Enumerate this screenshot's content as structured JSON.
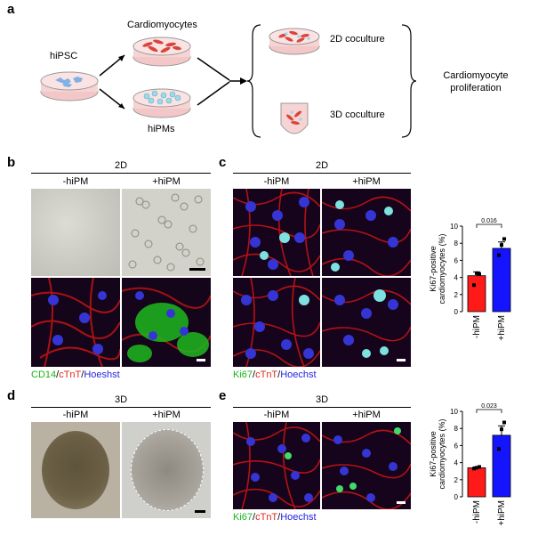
{
  "panel_a": {
    "label": "a",
    "hipsc": "hiPSC",
    "cardiomyocytes": "Cardiomyocytes",
    "hipms": "hiPMs",
    "coculture_2d": "2D coculture",
    "coculture_3d": "3D coculture",
    "outcome_line1": "Cardiomyocyte",
    "outcome_line2": "proliferation"
  },
  "panel_b": {
    "label": "b",
    "header": "2D",
    "col_minus": "-hiPM",
    "col_plus": "+hiPM",
    "stain_1": "CD14",
    "stain_2": "cTnT",
    "stain_3": "Hoeshst"
  },
  "panel_c": {
    "label": "c",
    "header": "2D",
    "col_minus": "-hiPM",
    "col_plus": "+hiPM",
    "stain_1": "Ki67",
    "stain_2": "cTnT",
    "stain_3": "Hoechst"
  },
  "panel_d": {
    "label": "d",
    "header": "3D",
    "col_minus": "-hiPM",
    "col_plus": "+hiPM"
  },
  "panel_e": {
    "label": "e",
    "header": "3D",
    "col_minus": "-hiPM",
    "col_plus": "+hiPM",
    "stain_1": "Ki67",
    "stain_2": "cTnT",
    "stain_3": "Hoechst"
  },
  "stain_separator": "/",
  "colors": {
    "green": "#19b519",
    "red": "#e0281e",
    "blue": "#2323e0",
    "bar_minus": "#ff1a1a",
    "bar_plus": "#1414ff"
  },
  "chart_data": [
    {
      "type": "bar",
      "panel": "c",
      "categories": [
        "-hiPM",
        "+hiPM"
      ],
      "values": [
        4.2,
        7.4
      ],
      "errors": [
        0.45,
        0.75
      ],
      "points": [
        [
          3.1,
          4.5,
          4.4
        ],
        [
          6.6,
          7.8,
          8.5
        ]
      ],
      "ylabel": "Ki67-positive cardiomyocytes (%)",
      "ylim": [
        0,
        10
      ],
      "yticks": [
        0,
        2,
        4,
        6,
        8,
        10
      ],
      "p_value": "0.016"
    },
    {
      "type": "bar",
      "panel": "e",
      "categories": [
        "-hiPM",
        "+hiPM"
      ],
      "values": [
        3.4,
        7.2
      ],
      "errors": [
        0.1,
        1.1
      ],
      "points": [
        [
          3.3,
          3.4,
          3.5
        ],
        [
          5.6,
          7.9,
          8.7
        ]
      ],
      "ylabel": "Ki67-positive cardiomyocytes (%)",
      "ylim": [
        0,
        10
      ],
      "yticks": [
        0,
        2,
        4,
        6,
        8,
        10
      ],
      "p_value": "0.023"
    }
  ]
}
